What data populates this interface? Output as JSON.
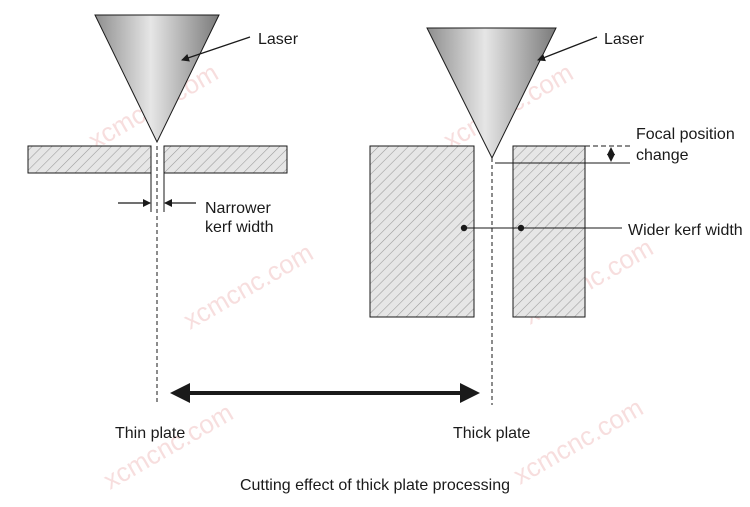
{
  "watermark": "xcmcnc.com",
  "left": {
    "laser_label": "Laser",
    "kerf_label_line1": "Narrower",
    "kerf_label_line2": "kerf width",
    "plate_label": "Thin plate"
  },
  "right": {
    "laser_label": "Laser",
    "focal_label_line1": "Focal position",
    "focal_label_line2": "change",
    "kerf_label": "Wider kerf width",
    "plate_label": "Thick plate"
  },
  "caption": "Cutting effect of thick plate processing",
  "colors": {
    "plate_fill": "#e4e4e4",
    "hatch": "#9a9a9a",
    "outline": "#1a1a1a",
    "watermark": "#f2c4c4"
  }
}
